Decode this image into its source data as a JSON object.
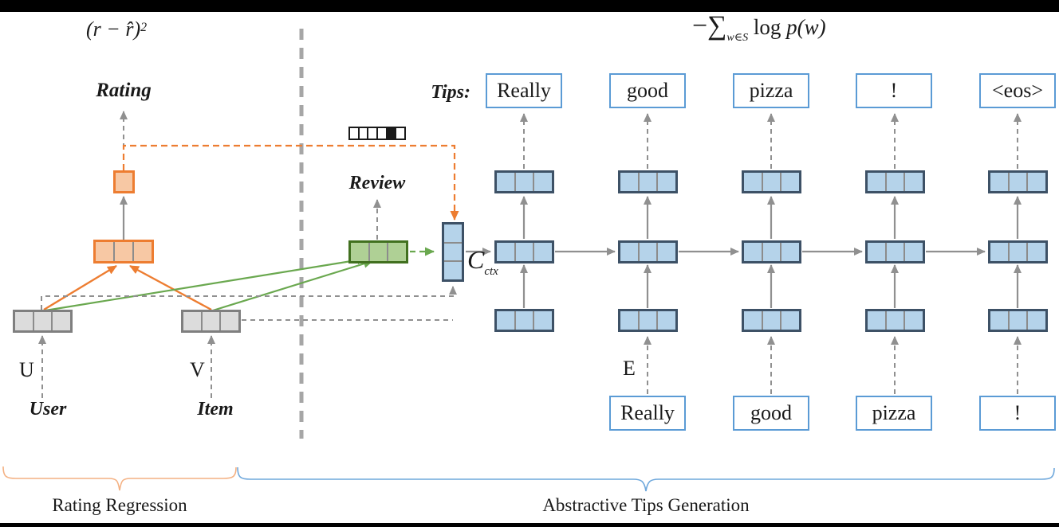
{
  "colors": {
    "orange": "#ED7D31",
    "orange_fill": "#F7C8A4",
    "green": "#6AA84F",
    "green_dark": "#41701F",
    "green_fill": "#AFD095",
    "blue_dark": "#3D5166",
    "blue_fill": "#B5D3EA",
    "word_border": "#5B9BD5",
    "gray_fill": "#DCDCDC",
    "gray_border": "#7F7F7F",
    "cell_divider": "#8C8C8C",
    "arrow": "#909090",
    "divider": "#A6A6A6",
    "brace_orange": "#F4B183",
    "brace_blue": "#6FA8DC"
  },
  "formulas": {
    "rating_loss_base": "(r − r̂)",
    "rating_loss_exp": "2",
    "nll_prefix": "−∑",
    "nll_sub": "w∈S",
    "nll_log": "log",
    "nll_arg": "p(w)"
  },
  "labels": {
    "rating": "Rating",
    "review": "Review",
    "tips": "Tips:",
    "user": "User",
    "item": "Item",
    "u": "U",
    "v": "V",
    "e": "E",
    "cctx_base": "C",
    "cctx_sub": "ctx"
  },
  "tips": {
    "output": [
      "Really",
      "good",
      "pizza",
      "!",
      "<eos>"
    ],
    "input": [
      "Really",
      "good",
      "pizza",
      "!"
    ]
  },
  "sections": {
    "left": "Rating Regression",
    "right": "Abstractive Tips Generation"
  },
  "rating_vector": {
    "cells": 6,
    "filled_index": 4
  }
}
